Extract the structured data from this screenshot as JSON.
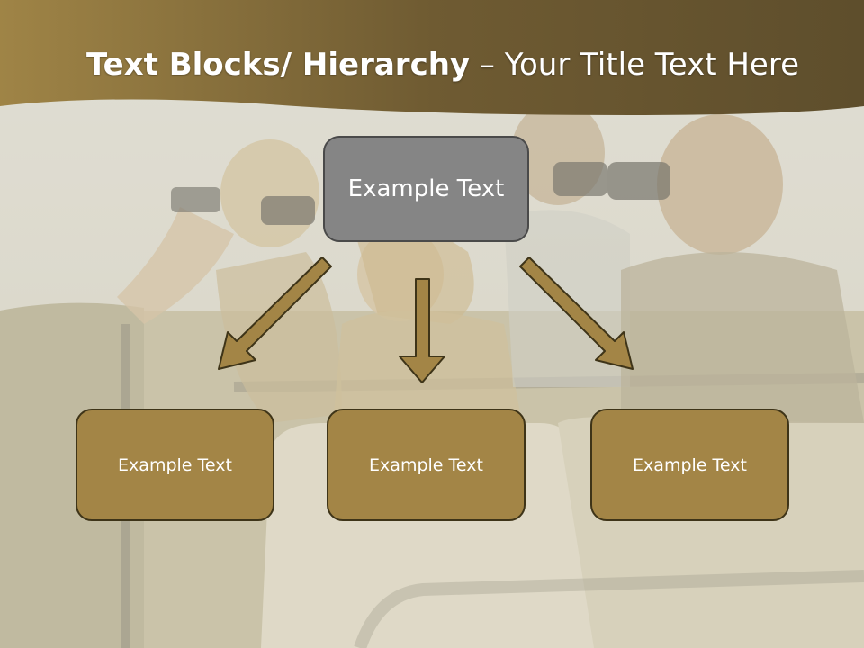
{
  "slide": {
    "title_bold": "Text Blocks/ Hierarchy",
    "title_dash": " – ",
    "title_regular": "Your Title Text Here"
  },
  "hierarchy": {
    "parent": {
      "label": "Example Text"
    },
    "children": [
      {
        "label": "Example Text"
      },
      {
        "label": "Example Text"
      },
      {
        "label": "Example Text"
      }
    ]
  },
  "background": {
    "description_icon": "safari-binoculars-photo",
    "band_color": "#6f5b32",
    "parent_box_color": "#858585",
    "child_box_color": "#a38546",
    "arrow_color": "#a38546"
  }
}
